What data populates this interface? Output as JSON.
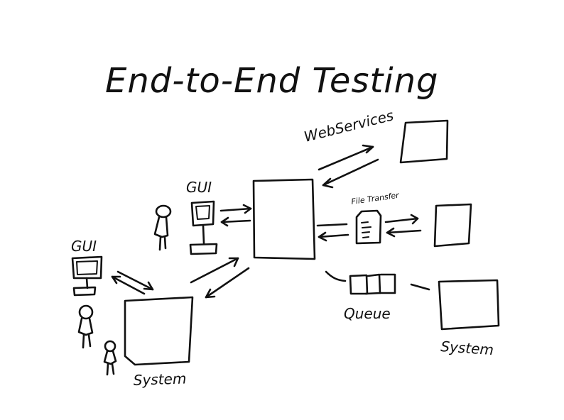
{
  "diagram": {
    "title": "End-to-End Testing",
    "labels": {
      "web_services": "WebServices",
      "file_transfer": "File Transfer",
      "gui_top": "GUI",
      "gui_left": "GUI",
      "queue": "Queue",
      "system_bottom_left": "System",
      "system_bottom_right": "System"
    }
  }
}
